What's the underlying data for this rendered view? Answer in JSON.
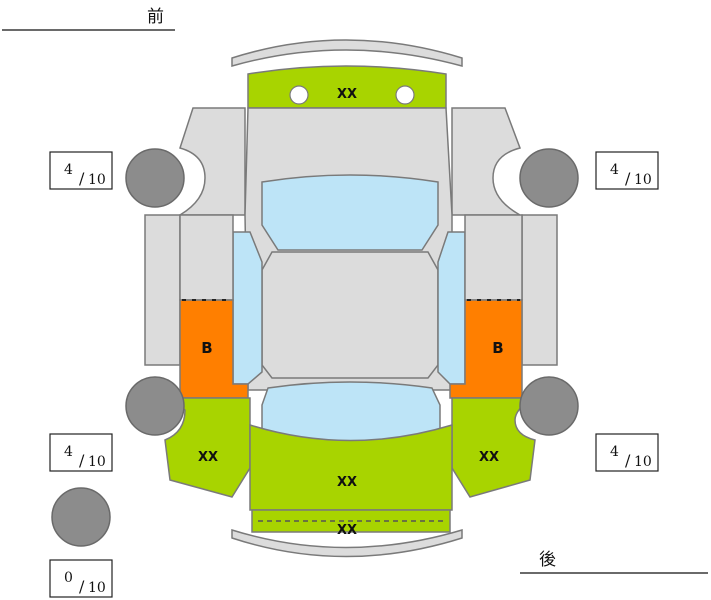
{
  "labels": {
    "front": "前",
    "rear": "後"
  },
  "panels": {
    "hood": "XX",
    "left_door_mark": "B",
    "right_door_mark": "B",
    "left_rear_quarter": "XX",
    "right_rear_quarter": "XX",
    "trunk": "XX",
    "rear_bumper": "XX"
  },
  "tires": {
    "front_left": {
      "num": "4",
      "den": "10"
    },
    "front_right": {
      "num": "4",
      "den": "10"
    },
    "rear_left": {
      "num": "4",
      "den": "10"
    },
    "rear_right": {
      "num": "4",
      "den": "10"
    },
    "spare": {
      "num": "0",
      "den": "10"
    }
  },
  "colors": {
    "green": "#a8d400",
    "orange": "#ff7f00",
    "glass": "#bde4f7",
    "panel_gray": "#dcdcdc",
    "tire_gray": "#8c8c8c",
    "outline": "#7a7a7a"
  }
}
